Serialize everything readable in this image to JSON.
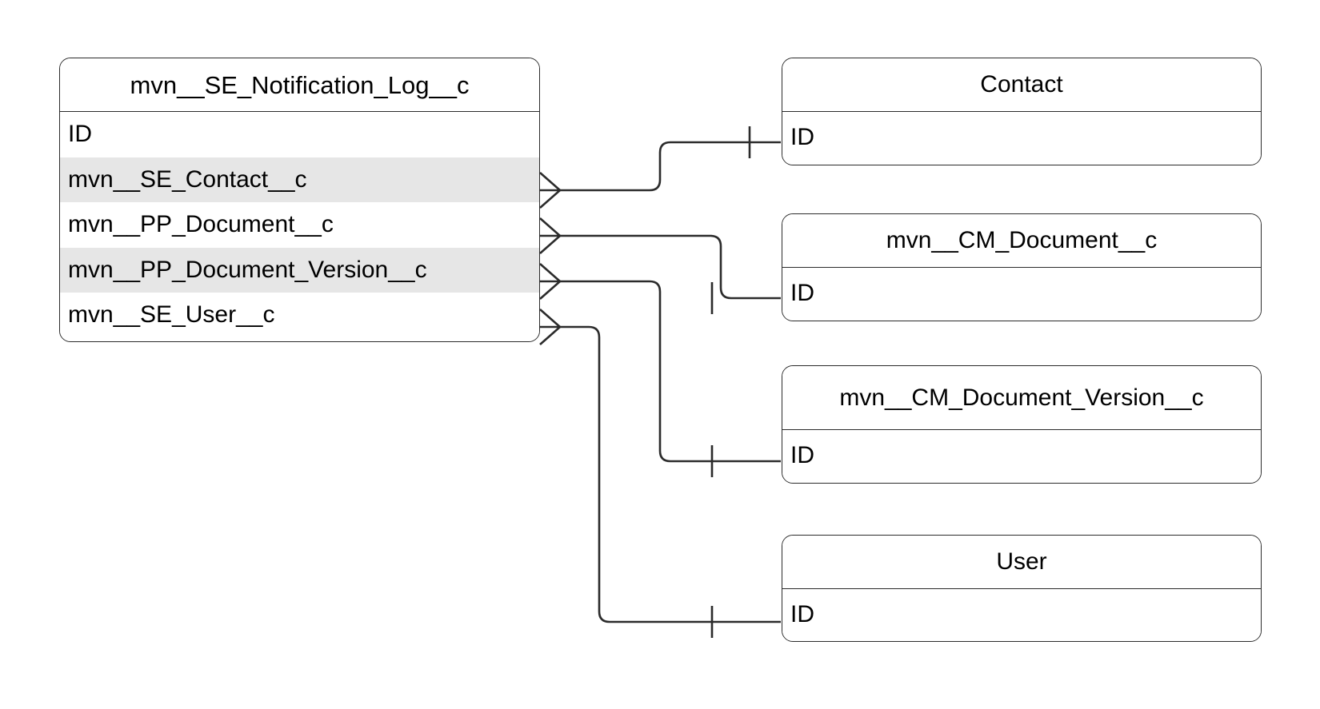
{
  "diagram": {
    "type": "entity-relationship",
    "notation": "crows-foot",
    "background_color": "#ffffff",
    "line_color": "#2b2b2b",
    "alt_row_color": "#e6e6e6"
  },
  "entities": {
    "notification_log": {
      "title": "mvn__SE_Notification_Log__c",
      "attributes": [
        {
          "name": "ID",
          "shaded": false
        },
        {
          "name": "mvn__SE_Contact__c",
          "shaded": true
        },
        {
          "name": "mvn__PP_Document__c",
          "shaded": false
        },
        {
          "name": "mvn__PP_Document_Version__c",
          "shaded": true
        },
        {
          "name": "mvn__SE_User__c",
          "shaded": false
        }
      ]
    },
    "contact": {
      "title": "Contact",
      "attributes": [
        {
          "name": "ID",
          "shaded": false
        }
      ]
    },
    "cm_document": {
      "title": "mvn__CM_Document__c",
      "attributes": [
        {
          "name": "ID",
          "shaded": false
        }
      ]
    },
    "cm_document_version": {
      "title": "mvn__CM_Document_Version__c",
      "attributes": [
        {
          "name": "ID",
          "shaded": false
        }
      ]
    },
    "user": {
      "title": "User",
      "attributes": [
        {
          "name": "ID",
          "shaded": false
        }
      ]
    }
  },
  "relationships": [
    {
      "id": "rel-contact",
      "from_entity": "mvn__SE_Notification_Log__c",
      "from_attribute": "mvn__SE_Contact__c",
      "to_entity": "Contact",
      "to_attribute": "ID",
      "from_cardinality": "many",
      "to_cardinality": "one"
    },
    {
      "id": "rel-cm-document",
      "from_entity": "mvn__SE_Notification_Log__c",
      "from_attribute": "mvn__PP_Document__c",
      "to_entity": "mvn__CM_Document__c",
      "to_attribute": "ID",
      "from_cardinality": "many",
      "to_cardinality": "one"
    },
    {
      "id": "rel-cm-document-version",
      "from_entity": "mvn__SE_Notification_Log__c",
      "from_attribute": "mvn__PP_Document_Version__c",
      "to_entity": "mvn__CM_Document_Version__c",
      "to_attribute": "ID",
      "from_cardinality": "many",
      "to_cardinality": "one"
    },
    {
      "id": "rel-user",
      "from_entity": "mvn__SE_Notification_Log__c",
      "from_attribute": "mvn__SE_User__c",
      "to_entity": "User",
      "to_attribute": "ID",
      "from_cardinality": "many",
      "to_cardinality": "one"
    }
  ]
}
